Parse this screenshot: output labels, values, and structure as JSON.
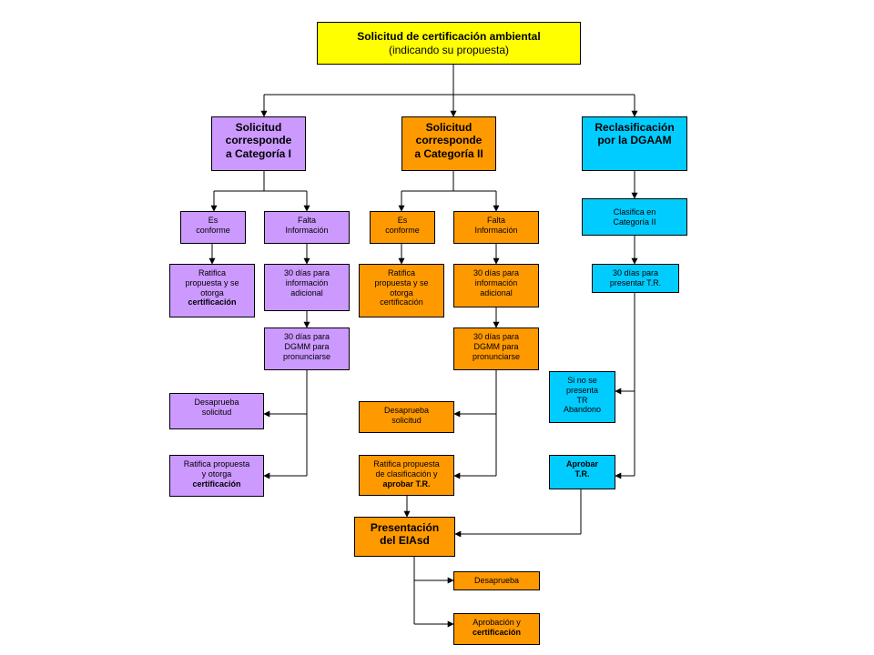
{
  "title": {
    "line1": "Solicitud  de certificación ambiental",
    "line2": "(indicando su propuesta)"
  },
  "cat1": {
    "header": [
      "Solicitud",
      "corresponde",
      "a Categoría  I"
    ],
    "conforme": [
      "Es",
      "conforme"
    ],
    "falta": [
      "Falta",
      "Información"
    ],
    "ratifica": [
      "Ratifica",
      "propuesta y se",
      "otorga"
    ],
    "ratifica_bold": "certificación",
    "dias30": [
      "30 días para",
      "información",
      "adicional"
    ],
    "dgmm": [
      "30 días para",
      "DGMM para",
      "pronunciarse"
    ],
    "desaprueba": [
      "Desaprueba",
      "solicitud"
    ],
    "ratifica2": [
      "Ratifica propuesta",
      "y otorga"
    ],
    "ratifica2_bold": "certificación"
  },
  "cat2": {
    "header": [
      "Solicitud",
      "corresponde",
      "a Categoría  II"
    ],
    "conforme": [
      "Es",
      "conforme"
    ],
    "falta": [
      "Falta",
      "Información"
    ],
    "ratifica": [
      "Ratifica",
      "propuesta y se",
      "otorga",
      "certificación"
    ],
    "dias30": [
      "30 días para",
      "información",
      "adicional"
    ],
    "dgmm": [
      "30 días para",
      "DGMM para",
      "pronunciarse"
    ],
    "desaprueba": [
      "Desaprueba",
      "solicitud"
    ],
    "ratifica2": [
      "Ratifica propuesta",
      "de clasificación y"
    ],
    "ratifica2_bold": "aprobar T.R."
  },
  "recl": {
    "header": [
      "Reclasificación",
      "por la DGAAM"
    ],
    "clasifica": [
      "Clasifica en",
      "Categoría II"
    ],
    "dias30": [
      "30 días para",
      "presentar T.R."
    ],
    "sino": [
      "Si no se",
      "presenta",
      "TR",
      "Abandono"
    ],
    "aprobar": [
      "Aprobar",
      "T.R."
    ]
  },
  "eiasd": [
    "Presentación",
    "del EIAsd"
  ],
  "desaprueba_final": "Desaprueba",
  "aprobacion": "Aprobación y",
  "aprobacion_bold": "certificación"
}
